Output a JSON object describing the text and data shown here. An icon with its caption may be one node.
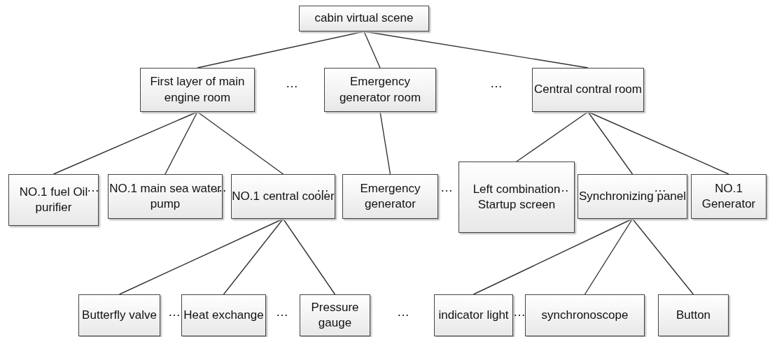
{
  "diagram": {
    "nodes": [
      {
        "text": [
          "cabin virtual scene"
        ]
      },
      {
        "text": [
          "First layer of main engine room"
        ]
      },
      {
        "text": [
          "Emergency generator room"
        ]
      },
      {
        "text": [
          "Central contral room"
        ]
      },
      {
        "text": [
          "NO.1 fuel Oil purifier"
        ]
      },
      {
        "text": [
          "NO.1 main sea water pump"
        ]
      },
      {
        "text": [
          "NO.1 central cooler"
        ]
      },
      {
        "text": [
          "Emergency generator"
        ]
      },
      {
        "text": [
          "Left combination Startup screen"
        ]
      },
      {
        "text": [
          "Synchronizing panel"
        ]
      },
      {
        "text": [
          "NO.1 Generator"
        ]
      },
      {
        "text": [
          "Butterfly valve"
        ]
      },
      {
        "text": [
          "Heat exchange"
        ]
      },
      {
        "text": [
          "Pressure gauge"
        ]
      },
      {
        "text": [
          "indicator light"
        ]
      },
      {
        "text": [
          "synchronoscope"
        ]
      },
      {
        "text": [
          "Button"
        ]
      }
    ],
    "edges": [
      {
        "from": 0,
        "to": 1,
        "arrow": "none"
      },
      {
        "from": 0,
        "to": 2,
        "arrow": "none"
      },
      {
        "from": 0,
        "to": 3,
        "arrow": "none"
      },
      {
        "from": 1,
        "to": 4,
        "arrow": "none"
      },
      {
        "from": 1,
        "to": 5,
        "arrow": "none"
      },
      {
        "from": 1,
        "to": 6,
        "arrow": "none"
      },
      {
        "from": 2,
        "to": 7,
        "arrow": "none"
      },
      {
        "from": 3,
        "to": 8,
        "arrow": "none"
      },
      {
        "from": 3,
        "to": 9,
        "arrow": "none"
      },
      {
        "from": 3,
        "to": 10,
        "arrow": "none"
      },
      {
        "from": 6,
        "to": 11,
        "arrow": "none"
      },
      {
        "from": 6,
        "to": 12,
        "arrow": "none"
      },
      {
        "from": 6,
        "to": 13,
        "arrow": "none"
      },
      {
        "from": 9,
        "to": 14,
        "arrow": "none"
      },
      {
        "from": 9,
        "to": 15,
        "arrow": "none"
      },
      {
        "from": 9,
        "to": 16,
        "arrow": "none"
      }
    ],
    "labels": [
      "…",
      "…",
      "…",
      "…",
      "…",
      "…",
      "…",
      "…",
      "…",
      "…",
      "…",
      "…"
    ]
  }
}
